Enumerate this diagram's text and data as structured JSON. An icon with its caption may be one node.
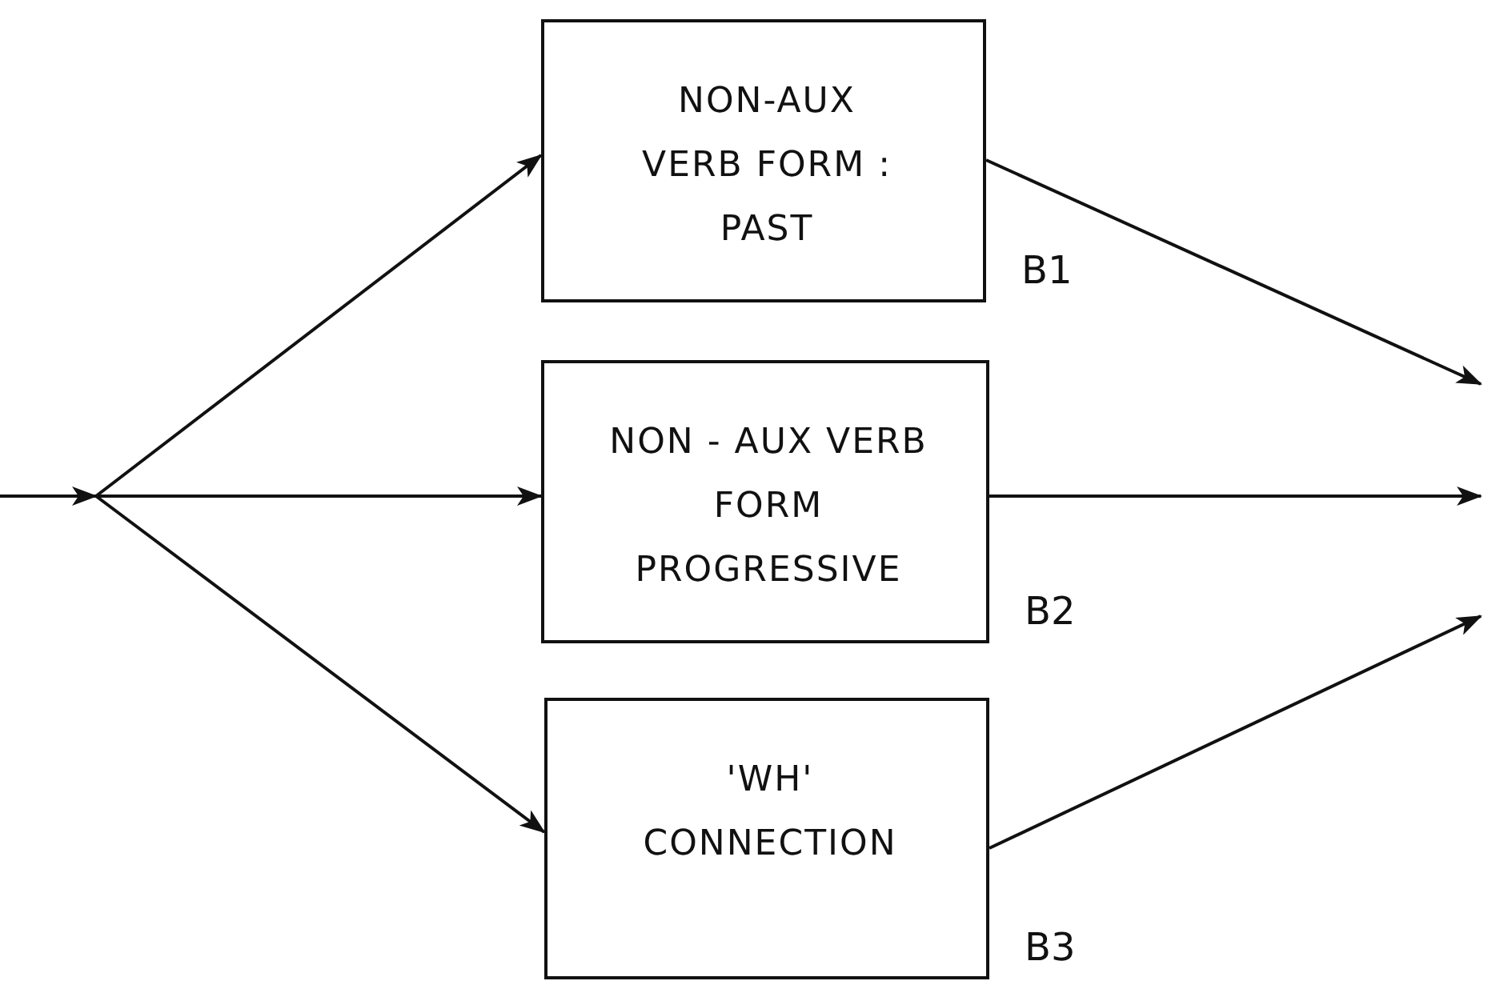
{
  "diagram": {
    "nodes": [
      {
        "text": [
          "NON-AUX VERB FORM : PAST"
        ],
        "beside": [
          "B1"
        ]
      },
      {
        "text": [
          "NON - AUX VERB FORM PROGRESSIVE"
        ],
        "beside": [
          "B2"
        ]
      },
      {
        "text": [
          "'WH' CONNECTION"
        ],
        "beside": [
          "B3"
        ]
      }
    ],
    "edges": [
      {
        "from": null,
        "to": 0,
        "arrow": "to"
      },
      {
        "from": null,
        "to": 1,
        "arrow": "to"
      },
      {
        "from": null,
        "to": 2,
        "arrow": "to"
      },
      {
        "from": 0,
        "to": null,
        "arrow": "to"
      },
      {
        "from": 1,
        "to": null,
        "arrow": "to"
      },
      {
        "from": 2,
        "to": null,
        "arrow": "to"
      }
    ]
  }
}
